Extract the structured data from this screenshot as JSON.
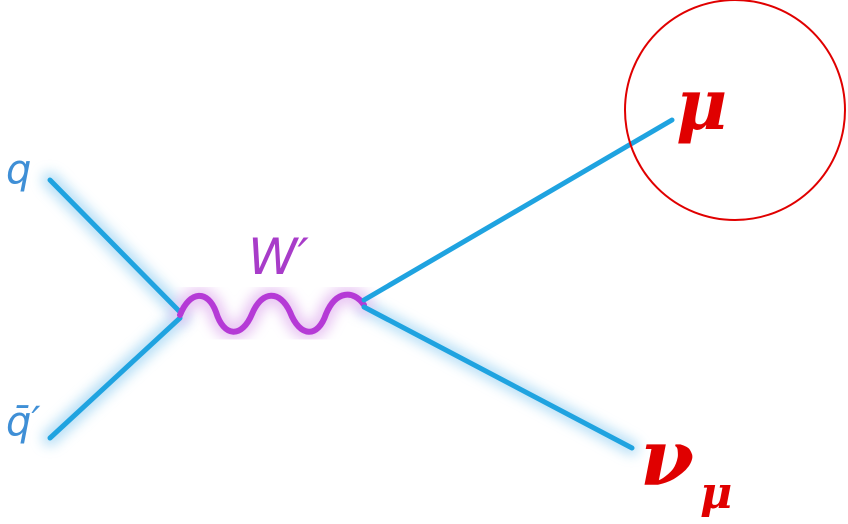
{
  "diagram": {
    "incoming_quark": "q",
    "incoming_antiquark": "q̄′",
    "boson": "W′",
    "outgoing_muon": "μ",
    "outgoing_neutrino": "ν",
    "neutrino_subscript": "μ"
  },
  "colors": {
    "fermion_line": "#1fa3e0",
    "boson_line": "#b53ad6",
    "highlight": "#e00000",
    "glow_blue": "#9fd4f3",
    "glow_purple": "#e2b6ef"
  }
}
